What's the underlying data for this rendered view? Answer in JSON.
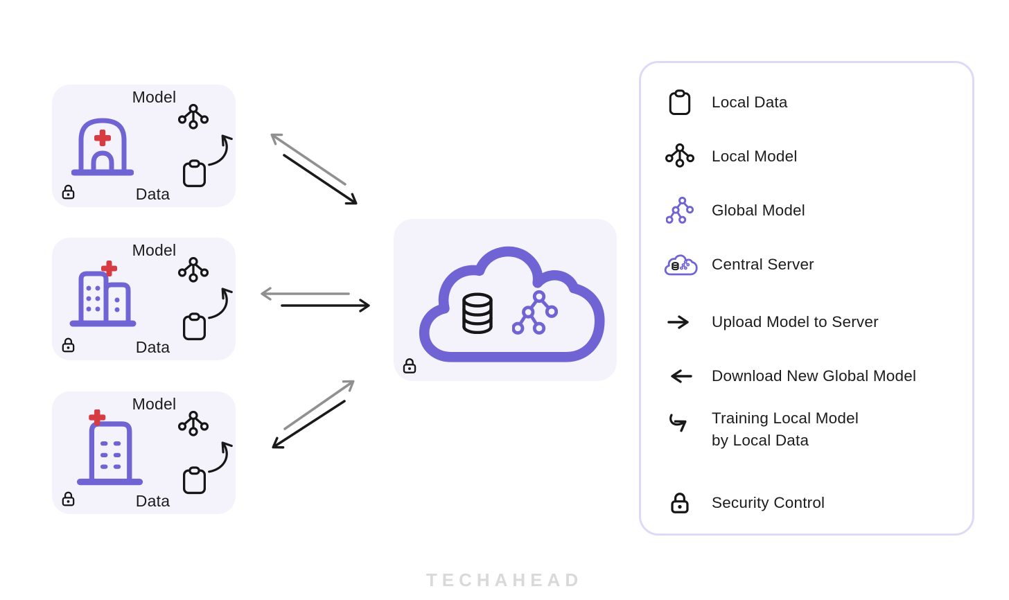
{
  "palette": {
    "accent_purple": "#7064d4",
    "cross_red": "#d63c41",
    "card_background": "#f4f3fb",
    "legend_border": "#ded9f6",
    "ink_black": "#161616",
    "arrow_gray": "#909090",
    "watermark_gray": "#d9d9d9"
  },
  "clients": [
    {
      "building_icon": "hospital-icon",
      "model_label": "Model",
      "data_label": "Data",
      "icons": [
        "local-model-tree-icon",
        "training-loop-icon",
        "clipboard-icon",
        "lock-icon"
      ]
    },
    {
      "building_icon": "clinic-towers-icon",
      "model_label": "Model",
      "data_label": "Data",
      "icons": [
        "local-model-tree-icon",
        "training-loop-icon",
        "clipboard-icon",
        "lock-icon"
      ]
    },
    {
      "building_icon": "office-building-icon",
      "model_label": "Model",
      "data_label": "Data",
      "icons": [
        "local-model-tree-icon",
        "training-loop-icon",
        "clipboard-icon",
        "lock-icon"
      ]
    }
  ],
  "server": {
    "icons": [
      "cloud-icon",
      "database-icon",
      "global-model-tree-icon",
      "lock-icon"
    ]
  },
  "arrows": [
    {
      "direction": "to-server",
      "color": "black"
    },
    {
      "direction": "to-client",
      "color": "gray"
    }
  ],
  "legend": {
    "items": [
      {
        "icon": "clipboard-icon",
        "label": "Local Data"
      },
      {
        "icon": "local-model-tree-icon",
        "label": "Local Model"
      },
      {
        "icon": "global-model-tree-icon",
        "label": "Global Model"
      },
      {
        "icon": "cloud-server-icon",
        "label": "Central Server"
      },
      {
        "icon": "arrow-right-icon",
        "label": "Upload Model to Server"
      },
      {
        "icon": "arrow-left-icon",
        "label": "Download New Global Model"
      },
      {
        "icon": "training-loop-icon",
        "label": "Training Local Model",
        "label2": "by Local Data"
      },
      {
        "icon": "lock-icon",
        "label": "Security Control"
      }
    ]
  },
  "watermark": "TECHAHEAD"
}
